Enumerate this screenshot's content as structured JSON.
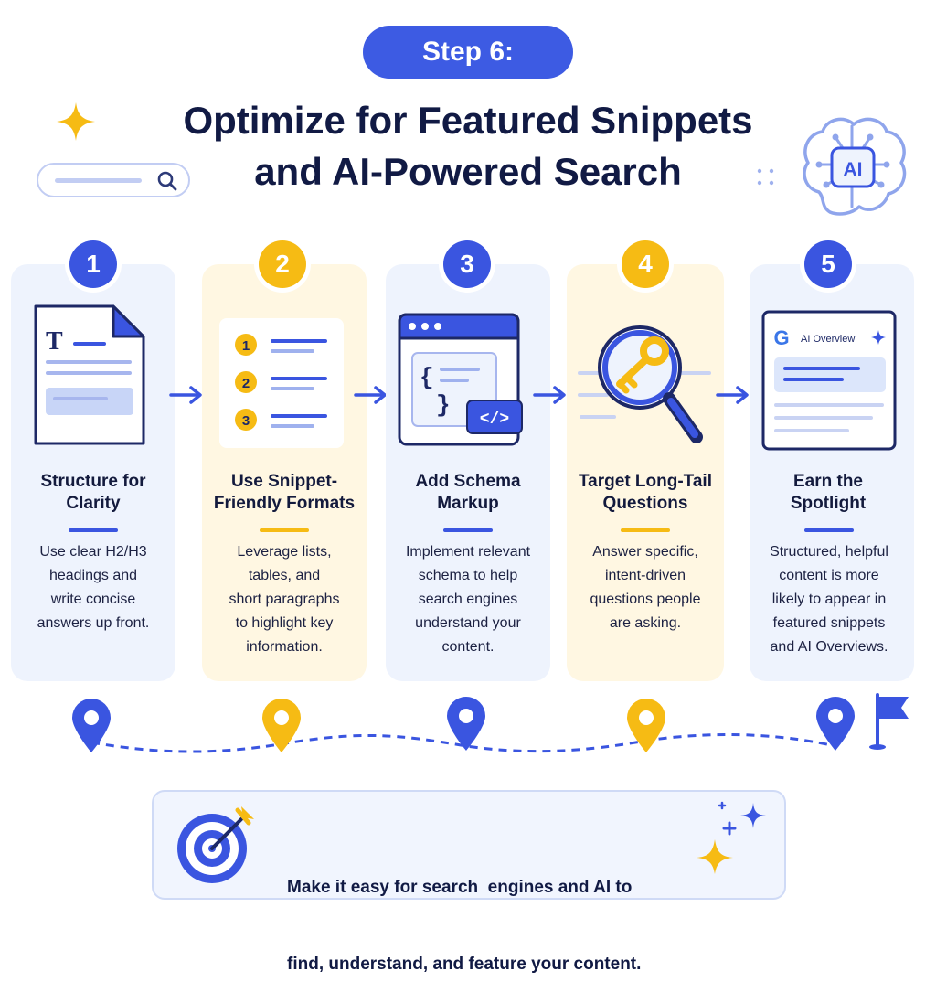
{
  "header": {
    "step_label": "Step 6:",
    "title_line1": "Optimize for Featured Snippets",
    "title_line2": "and AI-Powered Search"
  },
  "deco": {
    "brain_icon_label": "AI"
  },
  "colors": {
    "primary_blue": "#3a55e0",
    "accent_yellow": "#f6bb14",
    "navy_text": "#111a44",
    "card_blue_bg": "#eef3fd",
    "card_yellow_bg": "#fff7e2"
  },
  "steps": [
    {
      "number": "1",
      "title_line1": "Structure for",
      "title_line2": "Clarity",
      "text": [
        "Use clear H2/H3",
        "headings and",
        "write concise",
        "answers up front."
      ],
      "icon": "document-icon",
      "doc_letter": "T"
    },
    {
      "number": "2",
      "title_line1": "Use Snippet-",
      "title_line2": "Friendly Formats",
      "text": [
        "Leverage lists,",
        "tables, and",
        "short paragraphs",
        "to highlight key",
        "information."
      ],
      "icon": "numbered-list-icon",
      "list_numbers": [
        "1",
        "2",
        "3"
      ]
    },
    {
      "number": "3",
      "title_line1": "Add Schema",
      "title_line2": "Markup",
      "text": [
        "Implement relevant",
        "schema to help",
        "search engines",
        "understand your",
        "content."
      ],
      "icon": "code-window-icon",
      "code_open": "{",
      "code_close": "}",
      "code_tag": "</>"
    },
    {
      "number": "4",
      "title_line1": "Target Long-Tail",
      "title_line2": "Questions",
      "text": [
        "Answer specific,",
        "intent-driven",
        "questions people",
        "are asking."
      ],
      "icon": "magnifier-key-icon"
    },
    {
      "number": "5",
      "title_line1": "Earn the",
      "title_line2": "Spotlight",
      "text": [
        "Structured, helpful",
        "content is more",
        "likely to appear in",
        "featured snippets",
        "and AI Overviews."
      ],
      "icon": "ai-overview-panel-icon",
      "overview_label": "AI Overview",
      "g_letter": "G"
    }
  ],
  "footer": {
    "line1": "Make it easy for search  engines and AI to",
    "line2": "find, understand, and feature your content."
  }
}
